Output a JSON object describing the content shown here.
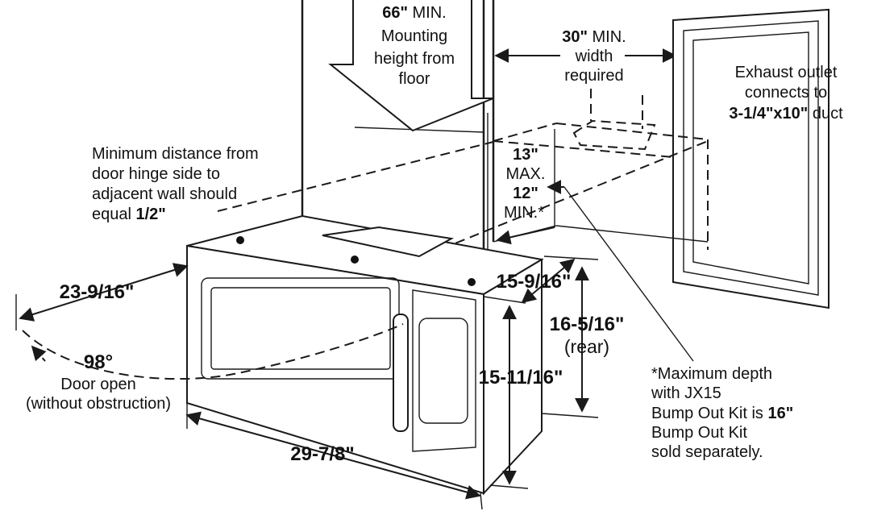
{
  "labels": {
    "mount_height_value": "66\"",
    "mount_height_suffix": " MIN.",
    "mount_height_line2": "Mounting",
    "mount_height_line3": "height from",
    "mount_height_line4": "floor",
    "width_value": "30\"",
    "width_suffix": " MIN.",
    "width_line2": "width",
    "width_line3": "required",
    "exhaust_line1": "Exhaust outlet",
    "exhaust_line2": "connects to",
    "exhaust_value": "3-1/4\"x10\"",
    "exhaust_suffix": " duct",
    "hinge_line1": "Minimum distance from",
    "hinge_line2": "door hinge side to",
    "hinge_line3": "adjacent wall should",
    "hinge_prefix": "equal ",
    "hinge_value": "1/2\"",
    "depth_max_value": "13\"",
    "depth_max_label": "MAX.",
    "depth_min_value": "12\"",
    "depth_min_label": "MIN.*",
    "dim_door_swing": "23-9/16\"",
    "dim_depth_side": "15-9/16\"",
    "dim_rear_height": "16-5/16\"",
    "dim_rear_label": "(rear)",
    "dim_front_height": "15-11/16\"",
    "dim_width": "29-7/8\"",
    "door_angle": "98°",
    "door_open_line1": "Door open",
    "door_open_line2": "(without obstruction)",
    "note_line1": "*Maximum depth",
    "note_line2": "with JX15",
    "note_line3_prefix": "Bump Out Kit is ",
    "note_value": "16\"",
    "note_line4": "Bump Out Kit",
    "note_line5": "sold separately."
  },
  "colors": {
    "line": "#1a1a1a",
    "panel_fill": "#d9d9d9",
    "background": "#ffffff"
  }
}
